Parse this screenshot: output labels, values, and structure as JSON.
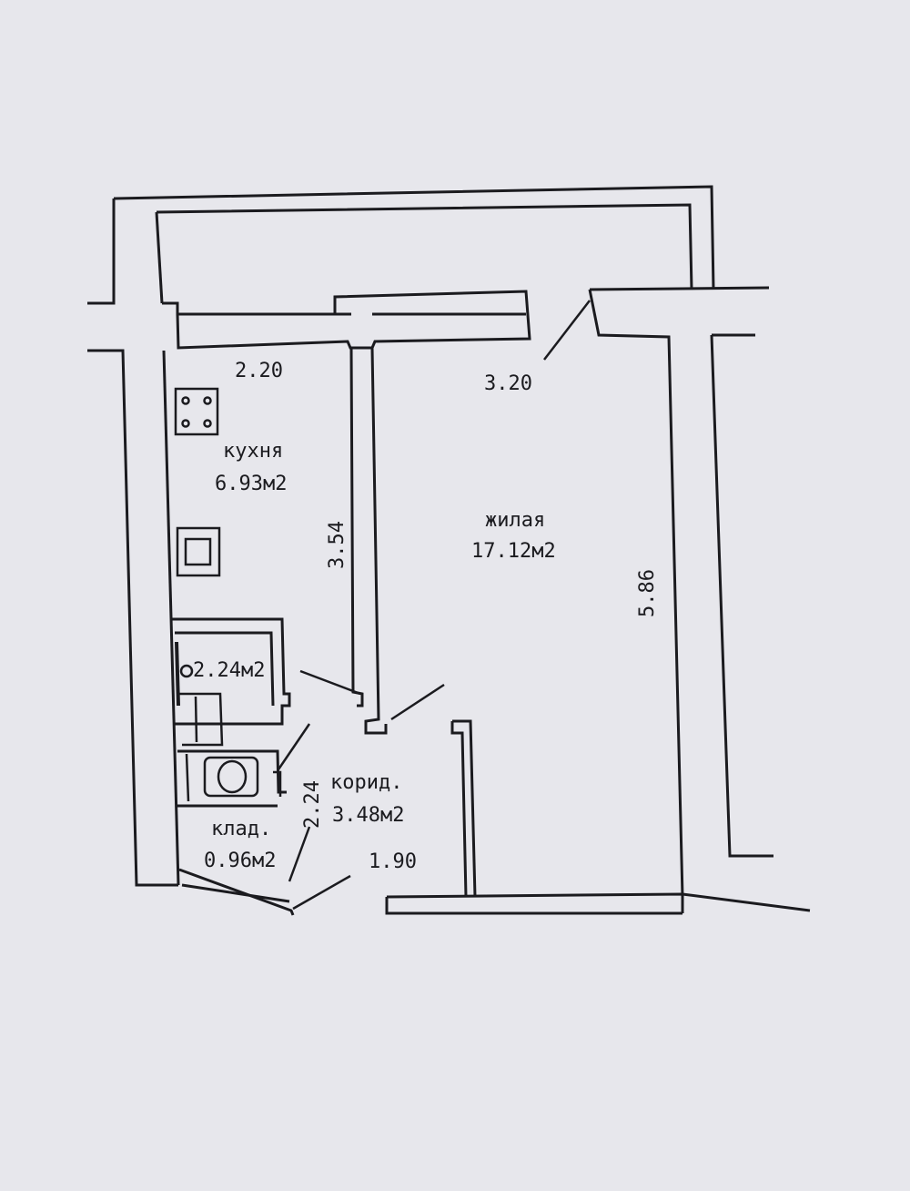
{
  "rooms": {
    "kitchen": {
      "name": "кухня",
      "area": "6.93м2"
    },
    "living": {
      "name": "жилая",
      "area": "17.12м2"
    },
    "bathroom": {
      "area": "2.24м2"
    },
    "corridor": {
      "name": "корид.",
      "area": "3.48м2"
    },
    "storage": {
      "name": "клад.",
      "area": "0.96м2"
    }
  },
  "dimensions": {
    "kitchen_width": "2.20",
    "living_width": "3.20",
    "kitchen_length": "3.54",
    "living_length": "5.86",
    "corridor_length": "2.24",
    "corridor_width": "1.90"
  },
  "colors": {
    "paper": "#e7e7ec",
    "ink": "#1b1b1f"
  }
}
